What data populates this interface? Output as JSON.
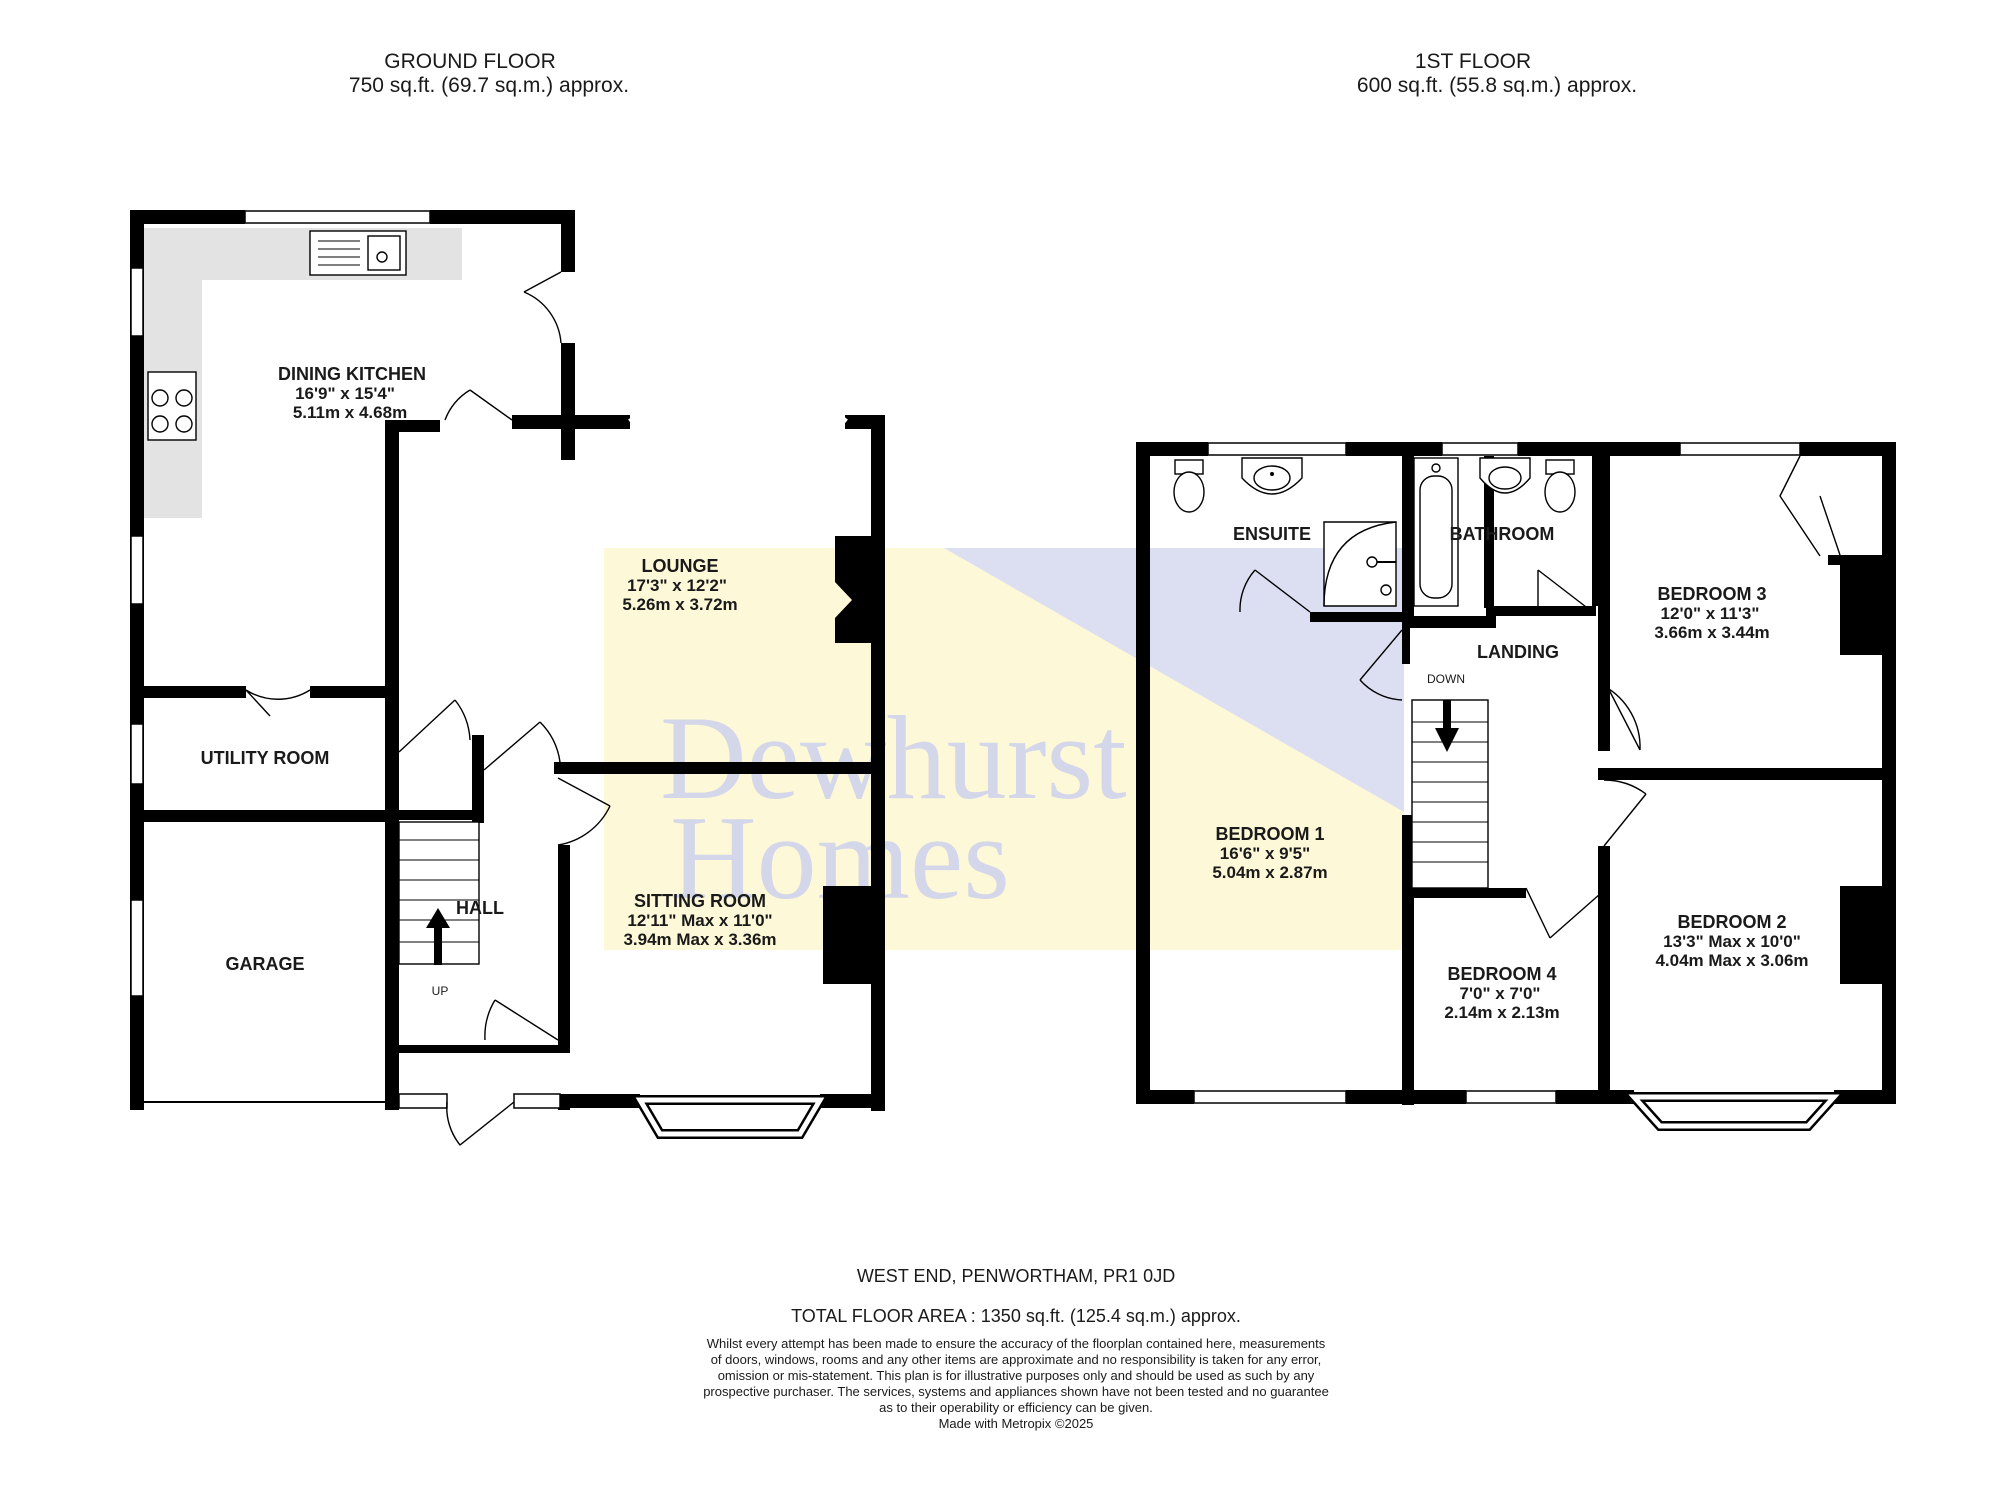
{
  "ground_floor": {
    "title": "GROUND FLOOR",
    "area": "750 sq.ft. (69.7 sq.m.) approx.",
    "rooms": {
      "dining_kitchen": {
        "name": "DINING KITCHEN",
        "imperial": "16'9\"  x 15'4\"",
        "metric": "5.11m  x 4.68m"
      },
      "lounge": {
        "name": "LOUNGE",
        "imperial": "17'3\"  x 12'2\"",
        "metric": "5.26m  x 3.72m"
      },
      "utility": {
        "name": "UTILITY ROOM"
      },
      "garage": {
        "name": "GARAGE"
      },
      "hall": {
        "name": "HALL"
      },
      "sitting": {
        "name": "SITTING ROOM",
        "imperial": "12'11\" Max x 11'0\"",
        "metric": "3.94m Max x 3.36m"
      }
    },
    "stairs_label": "UP"
  },
  "first_floor": {
    "title": "1ST FLOOR",
    "area": "600 sq.ft. (55.8 sq.m.) approx.",
    "rooms": {
      "ensuite": {
        "name": "ENSUITE"
      },
      "bathroom": {
        "name": "BATHROOM"
      },
      "landing": {
        "name": "LANDING"
      },
      "bedroom1": {
        "name": "BEDROOM 1",
        "imperial": "16'6\"  x 9'5\"",
        "metric": "5.04m  x 2.87m"
      },
      "bedroom2": {
        "name": "BEDROOM 2",
        "imperial": "13'3\" Max x 10'0\"",
        "metric": "4.04m Max x 3.06m"
      },
      "bedroom3": {
        "name": "BEDROOM 3",
        "imperial": "12'0\"  x 11'3\"",
        "metric": "3.66m  x 3.44m"
      },
      "bedroom4": {
        "name": "BEDROOM 4",
        "imperial": "7'0\"  x 7'0\"",
        "metric": "2.14m  x 2.13m"
      }
    },
    "stairs_label": "DOWN"
  },
  "watermark": {
    "line1": "Dewhurst",
    "line2": "Homes",
    "colors": {
      "yellow": "#fdf8d8",
      "blue": "#dcdff2"
    }
  },
  "footer": {
    "address": "WEST END, PENWORTHAM, PR1 0JD",
    "total": "TOTAL FLOOR AREA : 1350 sq.ft. (125.4 sq.m.) approx.",
    "disclaimer": [
      "Whilst every attempt has been made to ensure the accuracy of the floorplan contained here, measurements",
      "of doors, windows, rooms and any other items are approximate and no responsibility is taken for any error,",
      "omission or mis-statement. This plan is for illustrative purposes only and should be used as such by any",
      "prospective purchaser. The services, systems and appliances shown have not been tested and no guarantee",
      "as to their operability or efficiency can be given."
    ],
    "credit": "Made with Metropix ©2025"
  }
}
